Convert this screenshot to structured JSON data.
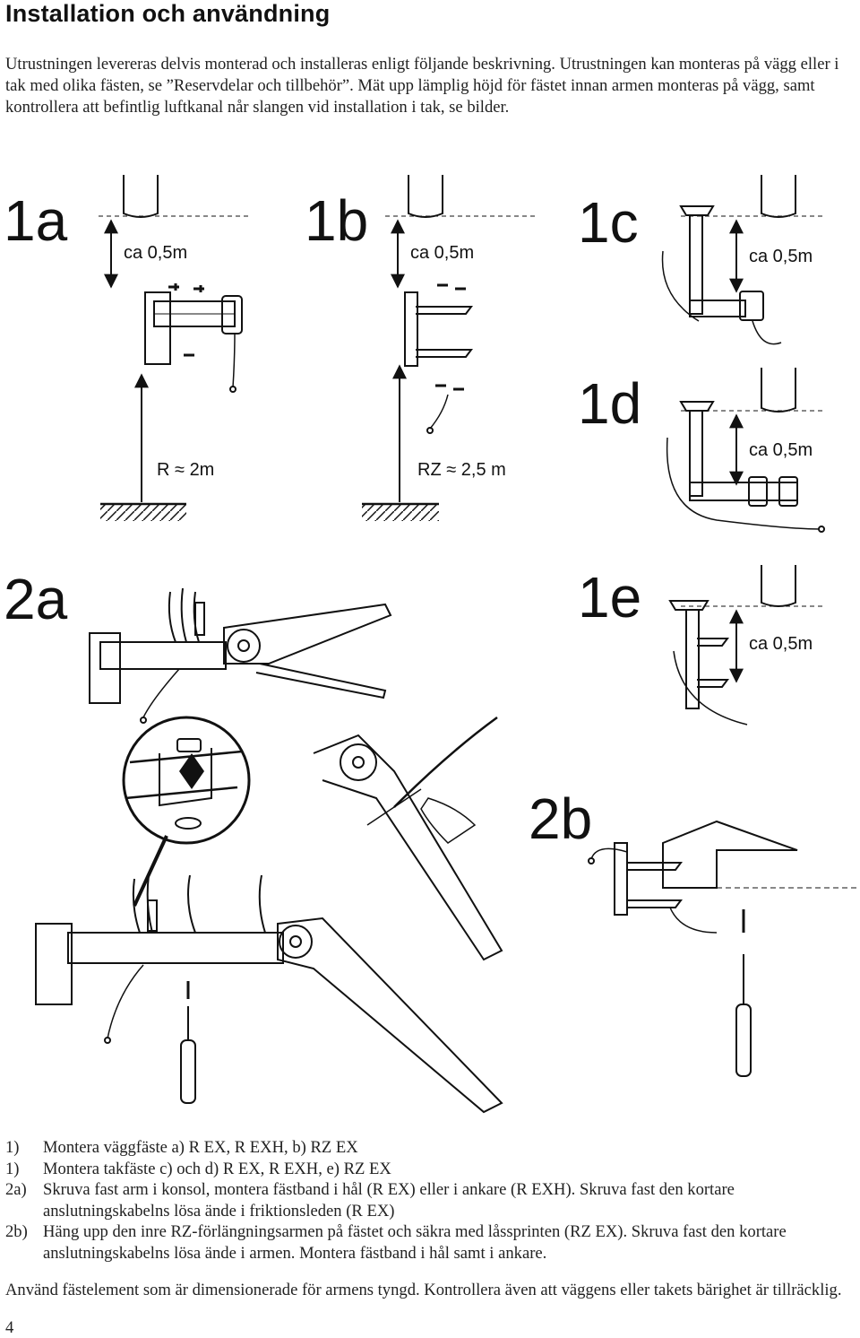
{
  "title": "Installation och användning",
  "intro": "Utrustningen levereras delvis monterad och installeras enligt följande beskrivning. Utrustningen kan monteras på vägg eller i tak med olika fästen, se ”Reservdelar och tillbehör”. Mät upp lämplig höjd för fästet innan armen monteras på vägg, samt kontrollera att befintlig luftkanal når slangen vid installation i tak, se bilder.",
  "figure": {
    "labels": {
      "fig_1a": "1a",
      "fig_1b": "1b",
      "fig_1c": "1c",
      "fig_1d": "1d",
      "fig_1e": "1e",
      "fig_2a": "2a",
      "fig_2b": "2b"
    },
    "distances": {
      "d_1a": "ca 0,5m",
      "d_1b": "ca 0,5m",
      "d_1c": "ca 0,5m",
      "d_1d": "ca 0,5m",
      "d_1e": "ca 0,5m"
    },
    "heights": {
      "h_1a": "R",
      "h_1a_val": "2m",
      "h_1b": "RZ",
      "h_1b_val": "2,5 m",
      "approx_symbol": "≈"
    }
  },
  "steps": [
    {
      "num": "1)",
      "text": "Montera väggfäste a) R EX, R EXH, b) RZ EX"
    },
    {
      "num": "1)",
      "text": "Montera takfäste c) och d) R EX, R EXH, e) RZ EX"
    },
    {
      "num": "2a)",
      "text": "Skruva fast arm i konsol, montera fästband i hål (R EX) eller i ankare (R EXH). Skruva fast den kortare anslutningskabelns lösa ände i friktionsleden (R EX)"
    },
    {
      "num": "2b)",
      "text": "Häng upp den inre RZ-förlängningsarmen på fästet och säkra med låssprinten (RZ EX). Skruva fast den kortare anslutningskabelns lösa ände i armen. Montera fästband i hål samt i ankare."
    }
  ],
  "footer": "Använd fästelement som är dimensionerade för armens tyngd. Kontrollera även att väggens eller takets bärighet är tillräcklig.",
  "page_number": "4"
}
